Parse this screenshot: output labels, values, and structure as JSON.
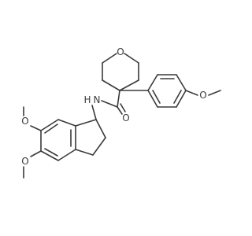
{
  "molecule": {
    "atoms": {
      "O_ring": "O",
      "N_amide": "N",
      "H_amide": "H",
      "O_carbonyl": "O",
      "O_methoxy_phenyl": "O",
      "O_methoxy_6": "O",
      "O_methoxy_5": "O"
    }
  }
}
